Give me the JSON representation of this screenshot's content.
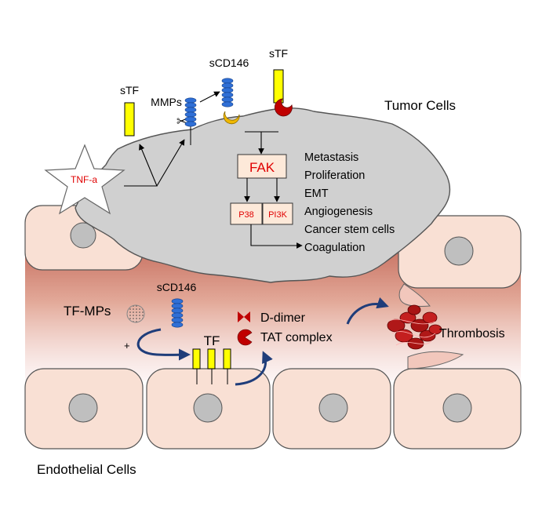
{
  "labels": {
    "tumor_cells": "Tumor Cells",
    "endothelial_cells": "Endothelial Cells",
    "tnf": "TNF-a",
    "stf_left": "sTF",
    "stf_top": "sTF",
    "mmps": "MMPs",
    "scd146_top": "sCD146",
    "scd146_bottom": "sCD146",
    "fak": "FAK",
    "p38": "P38",
    "pi3k": "PI3K",
    "tf_mps": "TF-MPs",
    "tf": "TF",
    "plus": "+",
    "d_dimer": "D-dimer",
    "tat_complex": "TAT complex",
    "thrombosis": "Thrombosis"
  },
  "outcomes": [
    "Metastasis",
    "Proliferation",
    "EMT",
    "Angiogenesis",
    "Cancer stem cells",
    "Coagulation"
  ],
  "colors": {
    "tumor_cell": "#d0d0d0",
    "endothelial_cell": "#f9e0d4",
    "nucleus": "#bfbfbf",
    "vessel_gradient_top": "#c46a5a",
    "tf_yellow": "#ffff00",
    "crescent_red": "#c00000",
    "crescent_gold": "#f0b800",
    "helix_blue": "#2f6fd6",
    "fak_box": "#fde9d9",
    "label_red": "#e00000",
    "arrow_blue": "#1f3d7a"
  }
}
